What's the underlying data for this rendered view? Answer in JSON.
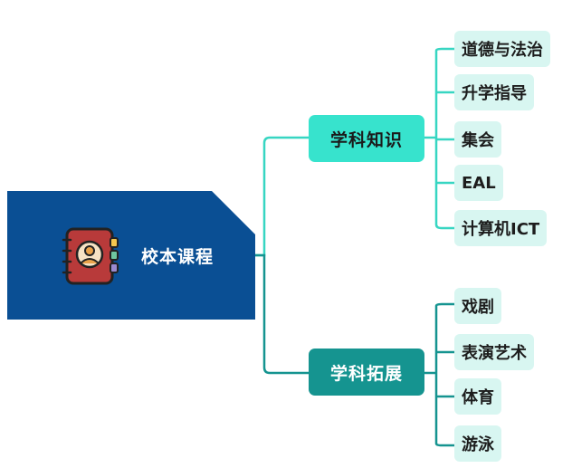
{
  "root": {
    "title": "校本课程",
    "icon": "address-book-icon"
  },
  "branches": [
    {
      "label": "学科知识",
      "children": [
        "道德与法治",
        "升学指导",
        "集会",
        "EAL",
        "计算机ICT"
      ]
    },
    {
      "label": "学科拓展",
      "children": [
        "戏剧",
        "表演艺术",
        "体育",
        "游泳"
      ]
    }
  ],
  "colors": {
    "root_bg": "#0a4f94",
    "branch1_bg": "#37e3cd",
    "branch2_bg": "#159490",
    "leaf_bg": "#d8f6f1",
    "connector1": "#37d6c2",
    "connector2": "#159490"
  }
}
